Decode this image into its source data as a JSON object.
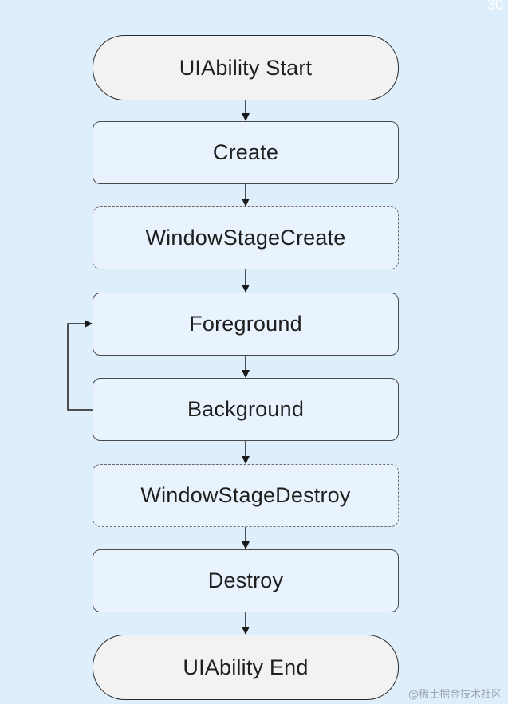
{
  "diagram": {
    "nodes": [
      {
        "id": "start",
        "label": "UIAbility Start",
        "kind": "terminal"
      },
      {
        "id": "create",
        "label": "Create",
        "kind": "process"
      },
      {
        "id": "window_stage_create",
        "label": "WindowStageCreate",
        "kind": "optional"
      },
      {
        "id": "foreground",
        "label": "Foreground",
        "kind": "process"
      },
      {
        "id": "background",
        "label": "Background",
        "kind": "process"
      },
      {
        "id": "window_stage_destroy",
        "label": "WindowStageDestroy",
        "kind": "optional"
      },
      {
        "id": "destroy",
        "label": "Destroy",
        "kind": "process"
      },
      {
        "id": "end",
        "label": "UIAbility End",
        "kind": "terminal"
      }
    ],
    "edges": [
      {
        "from": "start",
        "to": "create"
      },
      {
        "from": "create",
        "to": "window_stage_create"
      },
      {
        "from": "window_stage_create",
        "to": "foreground"
      },
      {
        "from": "foreground",
        "to": "background"
      },
      {
        "from": "background",
        "to": "foreground",
        "style": "loop-left"
      },
      {
        "from": "background",
        "to": "window_stage_destroy"
      },
      {
        "from": "window_stage_destroy",
        "to": "destroy"
      },
      {
        "from": "destroy",
        "to": "end"
      }
    ]
  },
  "corner_mark": "30",
  "watermark": "@稀土掘金技术社区",
  "colors": {
    "page_background": "#dfeefb",
    "terminal_fill": "#f2f2f2",
    "process_fill": "#e9f3fd",
    "stroke": "#2a2a2a"
  }
}
